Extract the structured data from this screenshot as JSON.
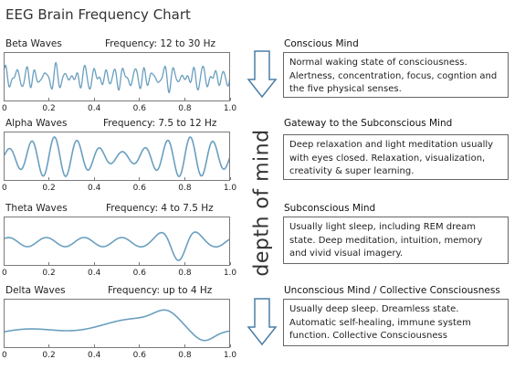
{
  "title": "EEG Brain Frequency Chart",
  "center_label": "depth of mind",
  "colors": {
    "wave": "#6a9fbf",
    "arrow_stroke": "#4a7fa6",
    "frame": "#7a7a7a"
  },
  "panels": [
    {
      "name": "Beta Waves",
      "freq": "Frequency: 12 to 30 Hz",
      "heading": "Conscious Mind",
      "description": "Normal waking state of consciousness. Alertness, concentration, focus, cogntion and the five physical senses.",
      "ticks": [
        "0",
        "0.2",
        "0.4",
        "0.6",
        "0.8",
        "1.0"
      ]
    },
    {
      "name": "Alpha Waves",
      "freq": "Frequency: 7.5 to 12 Hz",
      "heading": "Gateway to the Subconscious Mind",
      "description": "Deep relaxation and light meditation usually with eyes closed. Relaxation, visualization, creativity & super learning.",
      "ticks": [
        "0",
        "0.2",
        "0.4",
        "0.6",
        "0.8",
        "1.0"
      ]
    },
    {
      "name": "Theta Waves",
      "freq": "Frequency: 4 to 7.5 Hz",
      "heading": "Subconscious Mind",
      "description": "Usually light sleep, including REM dream state. Deep meditation, intuition, memory and vivid visual imagery.",
      "ticks": [
        "0",
        "0.2",
        "0.4",
        "0.6",
        "0.8",
        "1.0"
      ]
    },
    {
      "name": "Delta Waves",
      "freq": "Frequency: up to 4 Hz",
      "heading": "Unconscious Mind / Collective Consciousness",
      "description": "Usually deep sleep. Dreamless state. Automatic self-healing, immune system function. Collective Consciousness",
      "ticks": [
        "0",
        "0.2",
        "0.4",
        "0.6",
        "0.8",
        "1.0"
      ]
    }
  ]
}
